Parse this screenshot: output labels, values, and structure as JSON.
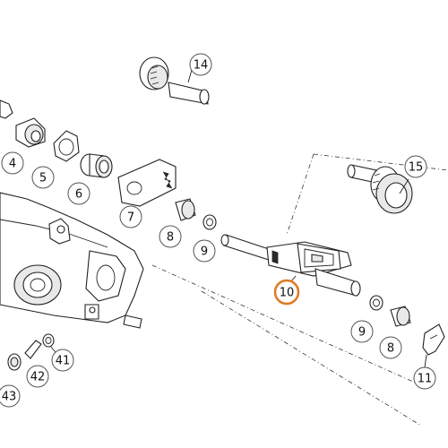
{
  "callouts": [
    {
      "id": "c14",
      "label": "14",
      "highlight": false
    },
    {
      "id": "c4",
      "label": "4",
      "highlight": false
    },
    {
      "id": "c5",
      "label": "5",
      "highlight": false
    },
    {
      "id": "c6",
      "label": "6",
      "highlight": false
    },
    {
      "id": "c7",
      "label": "7",
      "highlight": false
    },
    {
      "id": "c8a",
      "label": "8",
      "highlight": false
    },
    {
      "id": "c9a",
      "label": "9",
      "highlight": false
    },
    {
      "id": "c10",
      "label": "10",
      "highlight": true
    },
    {
      "id": "c15",
      "label": "15",
      "highlight": false
    },
    {
      "id": "c9b",
      "label": "9",
      "highlight": false
    },
    {
      "id": "c8b",
      "label": "8",
      "highlight": false
    },
    {
      "id": "c11",
      "label": "11",
      "highlight": false
    },
    {
      "id": "c41",
      "label": "41",
      "highlight": false
    },
    {
      "id": "c42",
      "label": "42",
      "highlight": false
    },
    {
      "id": "c43",
      "label": "43",
      "highlight": false
    }
  ],
  "colors": {
    "highlight": "#e07a1f",
    "outline": "#222222",
    "callout_border": "#555555",
    "background": "#ffffff"
  }
}
